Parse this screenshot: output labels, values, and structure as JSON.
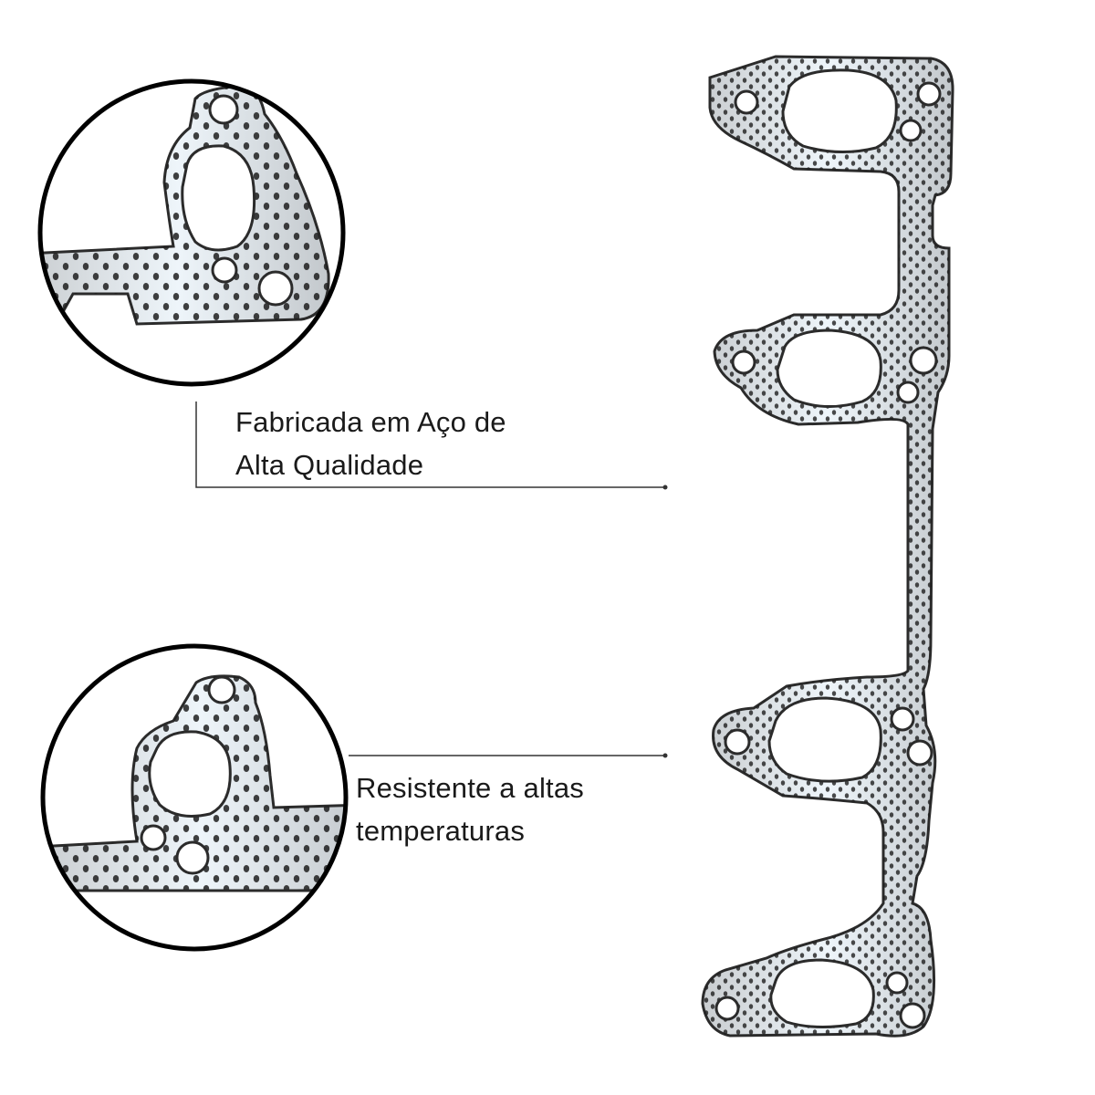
{
  "callouts": [
    {
      "line1": "Fabricada em Aço de",
      "line2": "Alta Qualidade"
    },
    {
      "line1": "Resistente a altas",
      "line2": "temperaturas"
    }
  ],
  "colors": {
    "metal": "#d9dde0",
    "metal_highlight": "#eef5fa",
    "metal_blue": "#cfe4f2",
    "edge": "#2b2b2b",
    "dimple": "#1e1e1e",
    "ring": "#000000",
    "line": "#333333"
  }
}
